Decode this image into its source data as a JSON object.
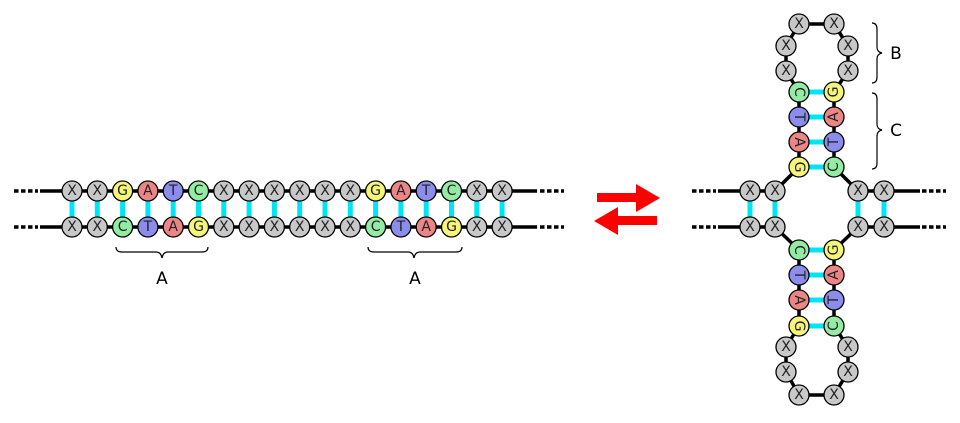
{
  "colors": {
    "X": "#c8c8c8",
    "G": "#f5f57a",
    "A": "#ec8686",
    "T": "#8c8cec",
    "C": "#94eca4",
    "pair_bond": "#00e5f5",
    "backbone": "#000000",
    "arrow": "#ff0000"
  },
  "linear": {
    "top_strand": [
      "X",
      "X",
      "G",
      "A",
      "T",
      "C",
      "X",
      "X",
      "X",
      "X",
      "X",
      "X",
      "G",
      "A",
      "T",
      "C",
      "X",
      "X"
    ],
    "bottom_strand": [
      "X",
      "X",
      "C",
      "T",
      "A",
      "G",
      "X",
      "X",
      "X",
      "X",
      "X",
      "X",
      "C",
      "T",
      "A",
      "G",
      "X",
      "X"
    ],
    "brace_labels": [
      "A",
      "A"
    ]
  },
  "equilibrium_arrows": [
    "forward-arrow",
    "reverse-arrow"
  ],
  "cruciform": {
    "upper_stem_left": [
      "G",
      "A",
      "T",
      "C"
    ],
    "upper_stem_right": [
      "C",
      "T",
      "A",
      "G"
    ],
    "upper_loop": [
      "X",
      "X",
      "X",
      "X",
      "X",
      "X"
    ],
    "lower_stem_left": [
      "C",
      "T",
      "A",
      "G"
    ],
    "lower_stem_right": [
      "G",
      "A",
      "T",
      "C"
    ],
    "lower_loop": [
      "X",
      "X",
      "X",
      "X",
      "X",
      "X"
    ],
    "flank_left": [
      "X",
      "X"
    ],
    "flank_right": [
      "X",
      "X"
    ],
    "label_loop": "B",
    "label_stem": "C"
  }
}
